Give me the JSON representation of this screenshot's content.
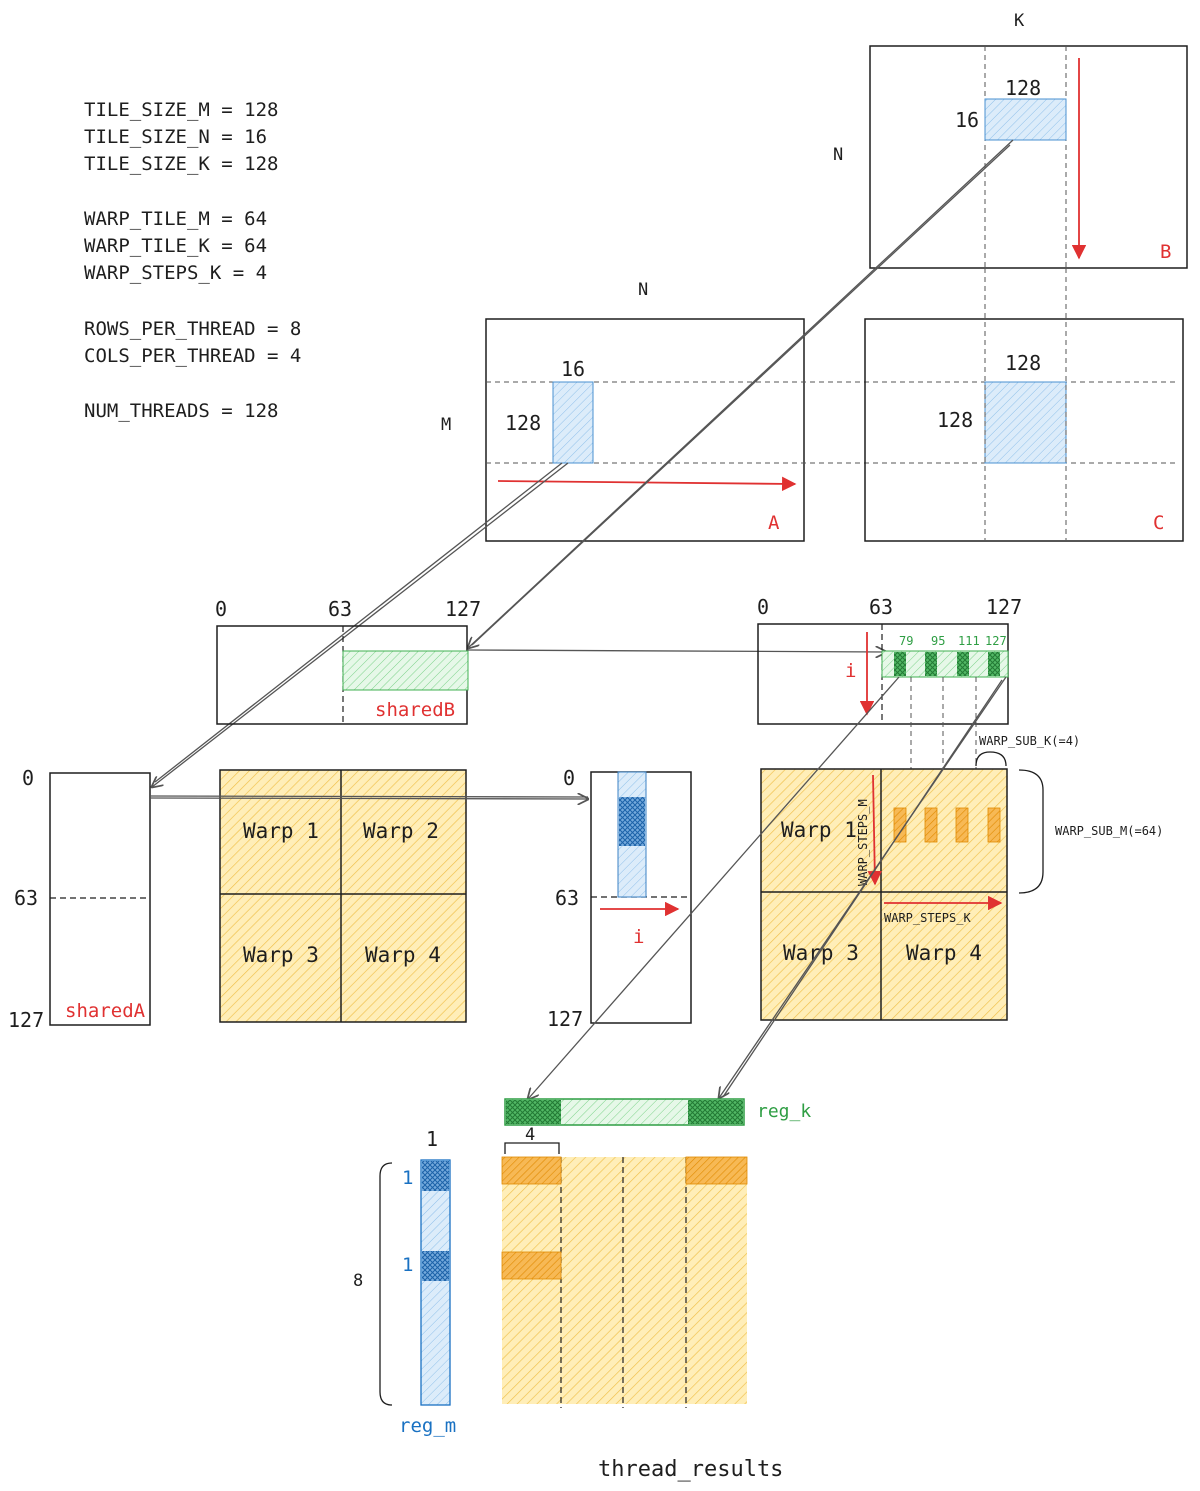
{
  "params": [
    "TILE_SIZE_M = 128",
    "TILE_SIZE_N = 16",
    "TILE_SIZE_K = 128",
    "WARP_TILE_M = 64",
    "WARP_TILE_K = 64",
    "WARP_STEPS_K = 4",
    "ROWS_PER_THREAD = 8",
    "COLS_PER_THREAD = 4",
    "NUM_THREADS = 128"
  ],
  "matrix_b": {
    "axis_top": "K",
    "axis_left": "N",
    "tile_w": "128",
    "tile_h": "16",
    "name": "B"
  },
  "matrix_a": {
    "axis_top": "N",
    "axis_left": "M",
    "tile_w": "16",
    "tile_h": "128",
    "name": "A"
  },
  "matrix_c": {
    "tile_w": "128",
    "tile_h": "128",
    "name": "C"
  },
  "shared_b": {
    "ticks": [
      "0",
      "63",
      "127"
    ],
    "name": "sharedB"
  },
  "shared_b_zoom": {
    "ticks": [
      "0",
      "63",
      "127"
    ],
    "subticks": [
      "79",
      "95",
      "111",
      "127"
    ],
    "iter": "i"
  },
  "shared_a": {
    "ticks": [
      "0",
      "63",
      "127"
    ],
    "name": "sharedA"
  },
  "warps": [
    "Warp 1",
    "Warp 2",
    "Warp 3",
    "Warp 4"
  ],
  "shared_a_zoom": {
    "ticks": [
      "0",
      "63",
      "127"
    ],
    "iter": "i"
  },
  "warp_zoom": {
    "warps": [
      "Warp 1",
      "Warp 3",
      "Warp 4"
    ],
    "steps_m": "WARP_STEPS_M",
    "steps_k": "WARP_STEPS_K",
    "sub_k": "WARP_SUB_K(=4)",
    "sub_m": "WARP_SUB_M(=64)"
  },
  "reg_k": {
    "name": "reg_k",
    "width_label": "4"
  },
  "reg_m": {
    "name": "reg_m",
    "top_label": "1",
    "sub_labels": [
      "1",
      "1"
    ],
    "height_label": "8"
  },
  "thread_results": {
    "name": "thread_results"
  },
  "colors": {
    "red": "#e03131",
    "green": "#2f9e44",
    "blue": "#1971c2",
    "yellow_fill": "#ffe8a3",
    "orange": "#f59f00",
    "blue_fill": "#d0e6f8",
    "green_fill": "#c3f0c8"
  }
}
